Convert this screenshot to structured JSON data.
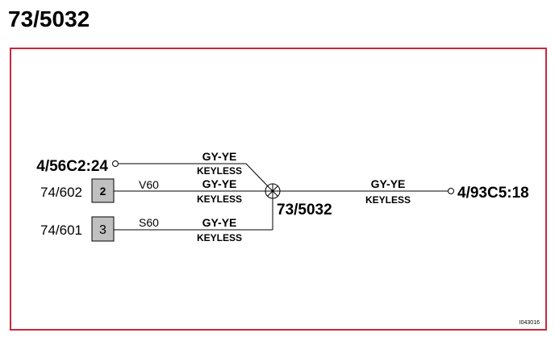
{
  "title": "73/5032",
  "splice": {
    "label": "73/5032"
  },
  "connectors": {
    "left_top": "4/56C2:24",
    "right": "4/93C5:18"
  },
  "components": [
    {
      "ref": "74/602",
      "pin": "2",
      "signal": "V60"
    },
    {
      "ref": "74/601",
      "pin": "3",
      "signal": "S60"
    }
  ],
  "wires": [
    {
      "color": "GY-YE",
      "system": "KEYLESS"
    },
    {
      "color": "GY-YE",
      "system": "KEYLESS"
    },
    {
      "color": "GY-YE",
      "system": "KEYLESS"
    },
    {
      "color": "GY-YE",
      "system": "KEYLESS"
    }
  ],
  "figure_id": "I043016",
  "colors": {
    "frame": "#c8283e",
    "pin_box": "#c0c0c0",
    "line": "#000000"
  }
}
